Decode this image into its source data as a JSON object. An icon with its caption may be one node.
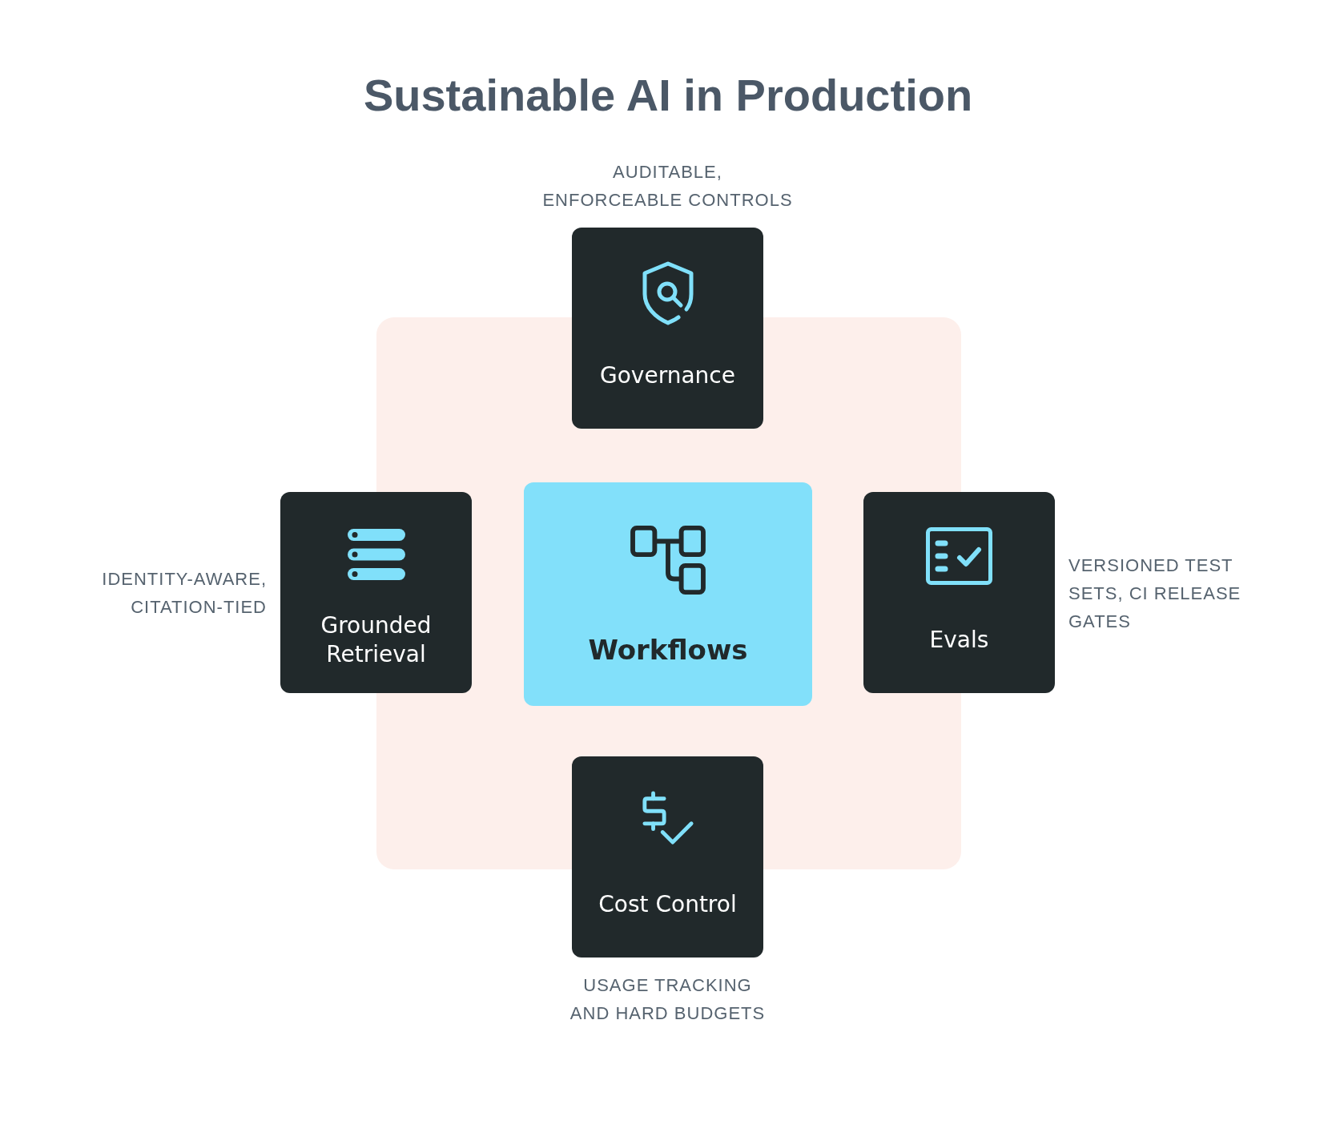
{
  "diagram": {
    "title": "Sustainable AI in Production",
    "nodes": [
      {
        "text": [
          "Governance"
        ],
        "beside": [
          "AUDITABLE, ENFORCEABLE CONTROLS"
        ]
      },
      {
        "text": [
          "Grounded Retrieval"
        ],
        "beside": [
          "IDENTITY-AWARE, CITATION-TIED"
        ]
      },
      {
        "text": [
          "Workflows"
        ]
      },
      {
        "text": [
          "Evals"
        ],
        "beside": [
          "VERSIONED TEST SETS, CI RELEASE GATES"
        ]
      },
      {
        "text": [
          "Cost Control"
        ],
        "beside": [
          "USAGE TRACKING AND HARD BUDGETS"
        ]
      }
    ]
  }
}
